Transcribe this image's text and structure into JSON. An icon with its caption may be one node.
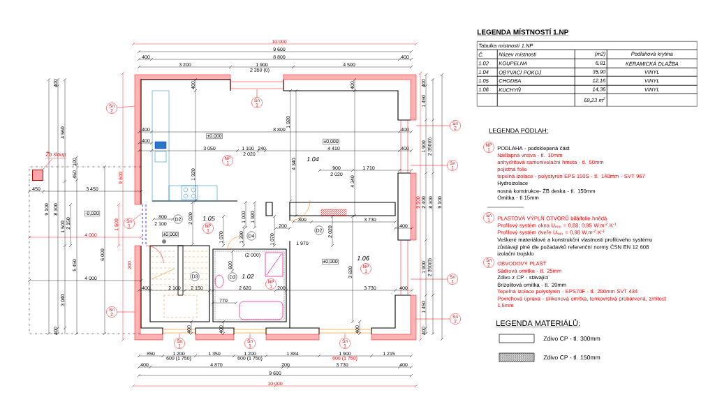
{
  "diagram": {
    "nodes": [
      {
        "text": [
          "Žb sloup"
        ]
      },
      {
        "text": [],
        "shape": "box"
      },
      {
        "text": [
          "Sn 2"
        ]
      },
      {
        "text": [
          "Sn 1"
        ]
      },
      {
        "text": [
          "Sn 2"
        ]
      },
      {
        "text": [
          "NP 1"
        ]
      },
      {
        "text": [
          "Sn 1"
        ]
      },
      {
        "text": [
          "Sn 1"
        ]
      },
      {
        "text": [
          "D2"
        ]
      },
      {
        "text": [
          "NP 1"
        ]
      },
      {
        "text": [
          "D4"
        ]
      },
      {
        "text": [
          "D2"
        ]
      },
      {
        "text": [
          "NP 1"
        ]
      },
      {
        "text": [
          "D3"
        ]
      },
      {
        "text": [
          "D3"
        ]
      },
      {
        "text": [
          "NP 1"
        ]
      },
      {
        "text": [
          "Sn 1"
        ]
      },
      {
        "text": [
          "Sn 2"
        ]
      },
      {
        "text": [
          "Sn 2"
        ]
      },
      {
        "text": [
          "Sn 1"
        ]
      },
      {
        "text": [
          "Sn 1"
        ]
      },
      {
        "text": [
          "Sn 1"
        ]
      },
      {
        "text": [
          "NP 1"
        ]
      },
      {
        "text": [
          "Sn 1"
        ]
      },
      {
        "text": [
          "Sn 2"
        ]
      }
    ],
    "edges": [
      {
        "from": 0,
        "to": 1,
        "arrow": "none"
      },
      {
        "from": 2,
        "to": null,
        "arrow": "none"
      },
      {
        "from": 3,
        "to": null,
        "arrow": "none"
      },
      {
        "from": 4,
        "to": null,
        "arrow": "none"
      },
      {
        "from": 6,
        "to": null,
        "arrow": "none"
      },
      {
        "from": 7,
        "to": null,
        "arrow": "none"
      },
      {
        "from": 16,
        "to": null,
        "arrow": "none"
      },
      {
        "from": 17,
        "to": null,
        "arrow": "none"
      },
      {
        "from": 18,
        "to": null,
        "arrow": "none"
      },
      {
        "from": 19,
        "to": null,
        "arrow": "none"
      },
      {
        "from": 20,
        "to": null,
        "arrow": "none"
      },
      {
        "from": 21,
        "to": null,
        "arrow": "none"
      }
    ],
    "labels": [
      "10 000",
      "9 600",
      "400",
      "8 800",
      "400",
      "3 200",
      "1 900",
      "4 500",
      "2 350 (0)",
      "400",
      "400",
      "400",
      "400",
      "1 450",
      "1 920",
      "4 560",
      "400",
      "8 800",
      "400",
      "±0,000",
      "400",
      "±0,000",
      "3 050",
      "1 100",
      "240",
      "4 410",
      "400",
      "1 900",
      "2 350(0)",
      "2 020",
      "1.04",
      "100",
      "4 340",
      "900",
      "1 710",
      "450",
      "9 500",
      "1 920",
      "2 020",
      "4 340",
      "450",
      "3 450",
      "9 500",
      "2 400",
      "8 300",
      "9 100",
      "9 100",
      "8 300",
      "-0,020",
      "800",
      "2 020",
      "1.05",
      "1 000",
      "1 920",
      "800",
      "3 730",
      "1 500",
      "2 150",
      "1 500",
      "2 100",
      "200",
      "400",
      "2 020",
      "4 000",
      "±0,000",
      "1 070",
      "1 390",
      "1 070",
      "1 970",
      "6 000",
      "(2 000)",
      "1.06",
      "±0,000",
      "5 450",
      "200",
      "600",
      "1 900",
      "2 350(0)",
      "3 820",
      "1.02",
      "4 000",
      "400",
      "2 100",
      "2 150",
      "2 620",
      "200",
      "3 730",
      "400",
      "3 040",
      "770",
      "1 450",
      "400",
      "400",
      "400",
      "400",
      "400",
      "850",
      "1 200",
      "1 350",
      "1 200",
      "1 884",
      "1 900",
      "1 215",
      "600 (1 750)",
      "600 (1 750)",
      "600 (1 750)",
      "400",
      "4 870",
      "200",
      "3 730",
      "400",
      "9 600",
      "10 000",
      "LEGENDA MÍSTNOSTÍ 1.NP",
      "Tabulka místností 1.NP",
      "Č.",
      "Název místnosti",
      "(m2)",
      "Podlahová krytina",
      "1.02",
      "KOUPELNA",
      "6,81",
      "KERAMICKÁ DLAŽBA",
      "1.04",
      "OBÝVACÍ POKOJ",
      "35,90",
      "VINYL",
      "1.05",
      "CHODBA",
      "12,16",
      "VINYL",
      "1.06",
      "KUCHYŇ",
      "14,36",
      "VINYL",
      "69,23 m$^{2}$",
      "LEGENDA PODLAH:",
      "PODLAHA - podsklepená část",
      "Nášlapná vrstva - tl. 10mm",
      "anhydritová samonivelační hmota - tl. 50mm",
      "pojistná folie",
      "tepelná izolace - polystyrén EPS 150S - tl. 140mm - SVT 967",
      "Hydroizolace",
      "nosná konstrukce- ŽB deska - tl. 150mm",
      "Omítka - tl 15mm",
      "PLASTOVÁ VÝPLŇ OTVORŮ bílá/folie hnědá",
      "Profilový systém okna U$_{min}$ = 0,88; 0,95 W.m$^{-2}$.K$^{-1}$",
      "Profilový systém dveře U$_{min}$ = 0,98 W.m$^{-2}$.K$^{-1}$",
      "Veškeré materiálové a konstrukční vlastnosti profilového systému",
      "zůstávají plně dle požadavků referenční normy ČSN EN 12 608",
      "izolační trojsklo",
      "OBVODOVÝ PLÁŠŤ",
      "Sádrová omítka - tl. 25mm",
      "Zdivo z CP - stávající",
      "Brizolitová omítka - tl. 20mm",
      "Tepelná izolace polystyrén - EPS70F - tl. 200mm SVT 434",
      "Povrchová úprava - silikonová omítka, tenkovrstvá probarvená, zrnitost 1,5mm",
      "LEGENDA MATERIÁLŮ:"
    ],
    "legend": [
      {
        "text": "Zdivo CP - tl. 300mm"
      },
      {
        "text": "Zdivo CP - tl. 150mm"
      }
    ]
  }
}
